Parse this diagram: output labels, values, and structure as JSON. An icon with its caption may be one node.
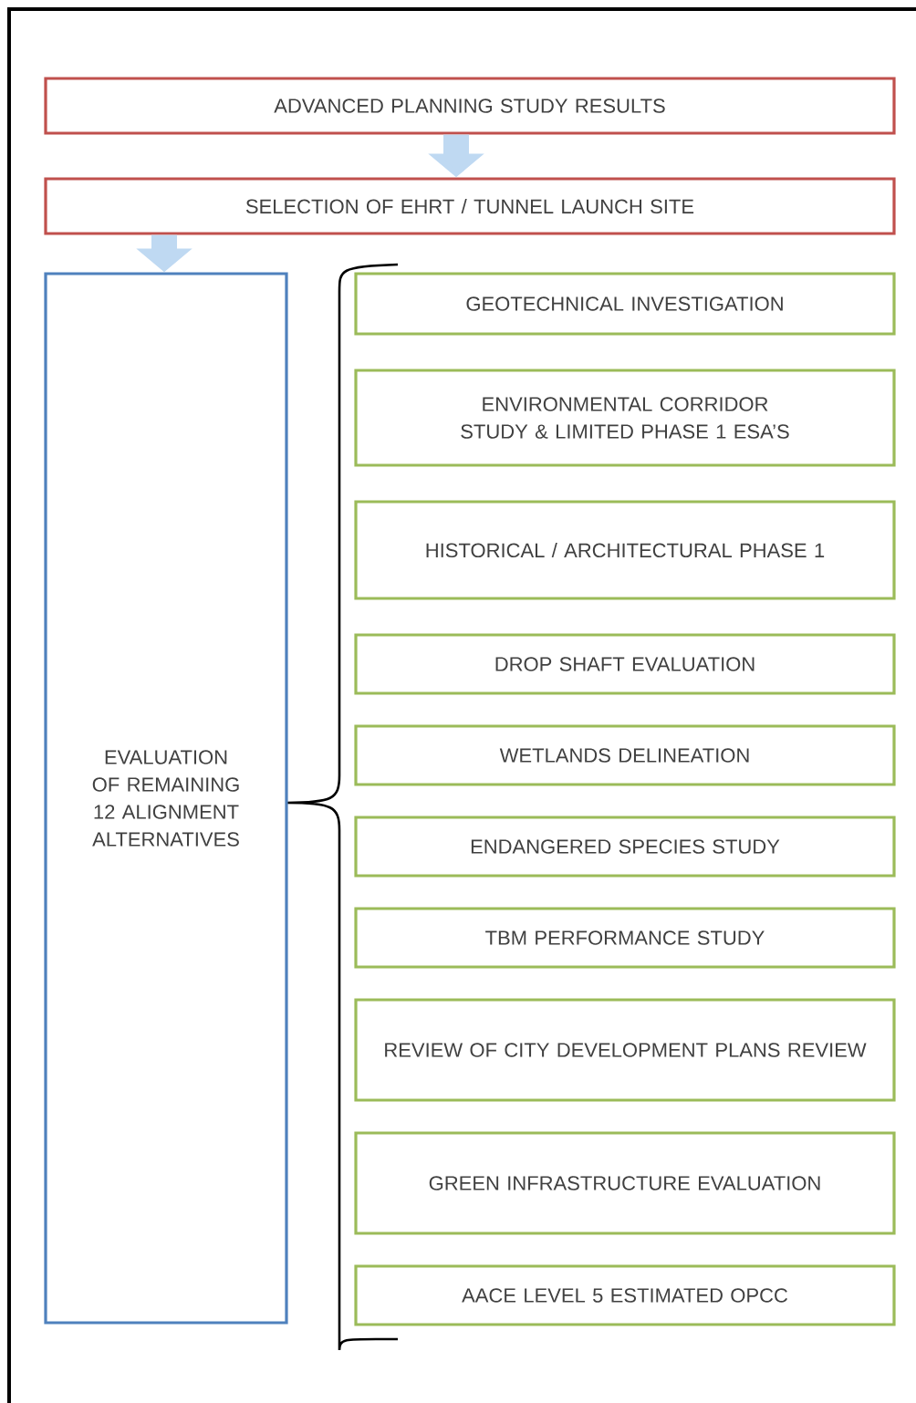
{
  "diagram": {
    "nodes": [
      {
        "text": [
          "ADVANCED PLANNING STUDY RESULTS"
        ]
      },
      {
        "text": [
          "SELECTION OF EHRT / TUNNEL LAUNCH SITE"
        ]
      },
      {
        "text": [
          "EVALUATION OF REMAINING 12 ALIGNMENT ALTERNATIVES"
        ]
      },
      {
        "text": [
          "GEOTECHNICAL INVESTIGATION"
        ]
      },
      {
        "text": [
          "ENVIRONMENTAL CORRIDOR STUDY & LIMITED PHASE 1 ESA’S"
        ]
      },
      {
        "text": [
          "HISTORICAL / ARCHITECTURAL PHASE 1"
        ]
      },
      {
        "text": [
          "DROP SHAFT EVALUATION"
        ]
      },
      {
        "text": [
          "WETLANDS DELINEATION"
        ]
      },
      {
        "text": [
          "ENDANGERED SPECIES STUDY"
        ]
      },
      {
        "text": [
          "TBM PERFORMANCE STUDY"
        ]
      },
      {
        "text": [
          "REVIEW OF CITY DEVELOPMENT PLANS REVIEW"
        ]
      },
      {
        "text": [
          "GREEN INFRASTRUCTURE EVALUATION"
        ]
      },
      {
        "text": [
          "AACE LEVEL 5 ESTIMATED OPCC"
        ]
      }
    ],
    "edges": [
      {
        "from": 0,
        "to": 1,
        "arrow": "to"
      },
      {
        "from": 1,
        "to": 2,
        "arrow": "to"
      }
    ]
  }
}
